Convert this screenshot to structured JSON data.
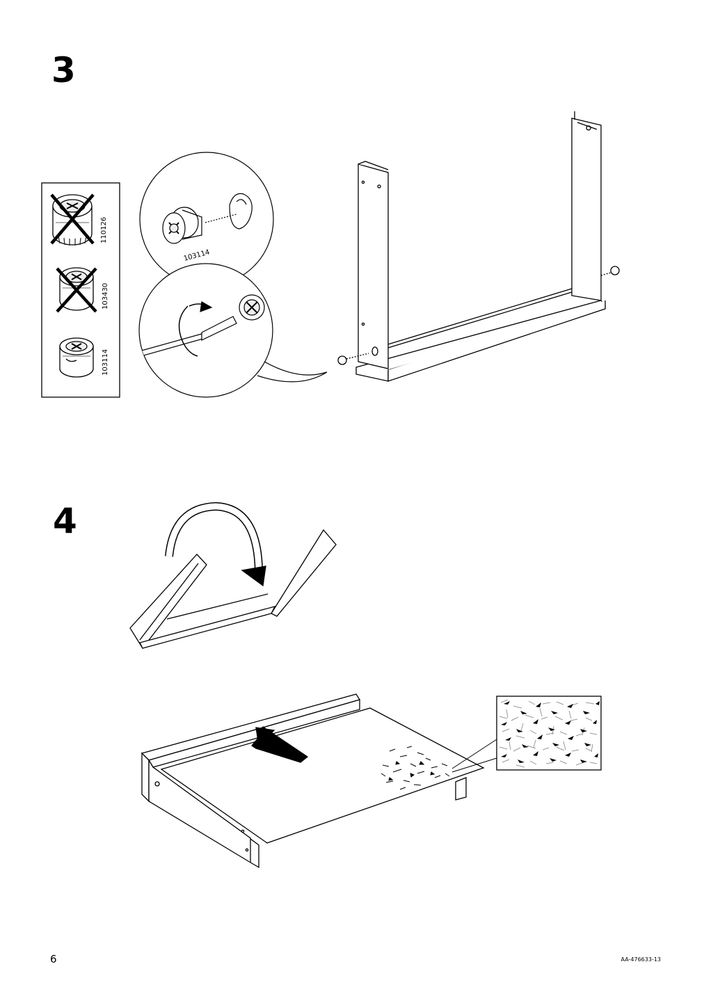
{
  "steps": [
    {
      "number": "3",
      "parts_box": [
        {
          "part_number": "110126",
          "crossed_out": true
        },
        {
          "part_number": "103430",
          "crossed_out": true
        },
        {
          "part_number": "103114",
          "crossed_out": false
        }
      ],
      "detail_part_number": "103114"
    },
    {
      "number": "4"
    }
  ],
  "footer": {
    "page_number": "6",
    "document_code": "AA-476633-13"
  }
}
